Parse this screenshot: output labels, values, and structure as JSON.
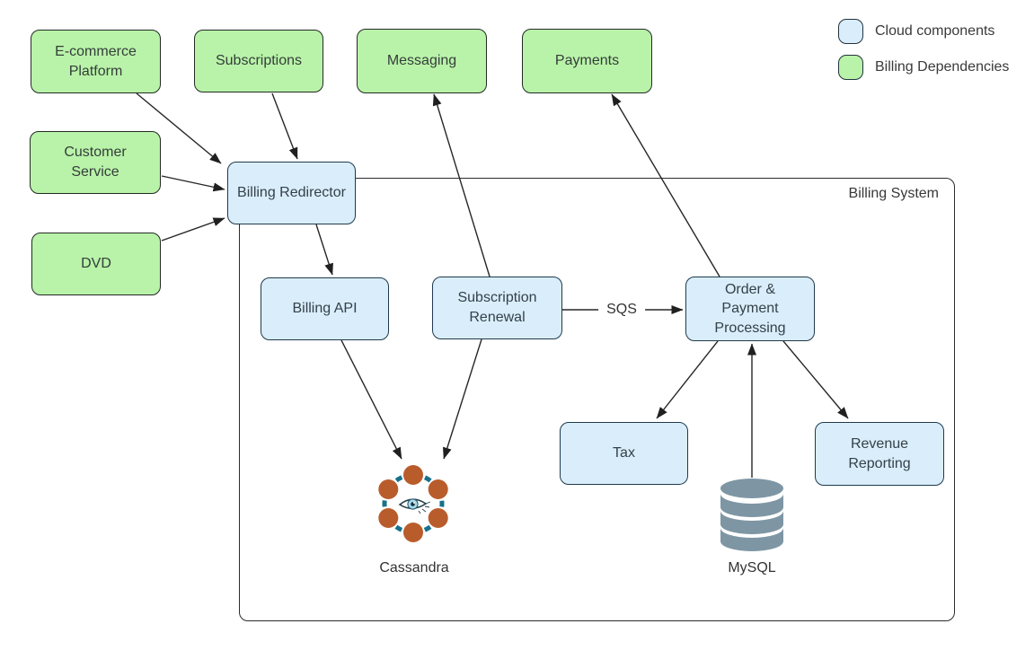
{
  "container": {
    "label": "Billing System"
  },
  "legend": {
    "items": [
      {
        "id": "cloud",
        "label": "Cloud components",
        "color": "#d9eefa"
      },
      {
        "id": "deps",
        "label": "Billing Dependencies",
        "color": "#b9f3a9"
      }
    ]
  },
  "nodes": {
    "ecommerce": {
      "label": "E-commerce Platform",
      "type": "dependency"
    },
    "subscriptions": {
      "label": "Subscriptions",
      "type": "dependency"
    },
    "messaging": {
      "label": "Messaging",
      "type": "dependency"
    },
    "payments": {
      "label": "Payments",
      "type": "dependency"
    },
    "customer_service": {
      "label": "Customer Service",
      "type": "dependency"
    },
    "dvd": {
      "label": "DVD",
      "type": "dependency"
    },
    "billing_redirector": {
      "label": "Billing Redirector",
      "type": "cloud"
    },
    "billing_api": {
      "label": "Billing API",
      "type": "cloud"
    },
    "subscription_renewal": {
      "label": "Subscription Renewal",
      "type": "cloud"
    },
    "order_payment": {
      "label": "Order & Payment Processing",
      "type": "cloud"
    },
    "tax": {
      "label": "Tax",
      "type": "cloud"
    },
    "revenue_reporting": {
      "label": "Revenue Reporting",
      "type": "cloud"
    }
  },
  "datastores": {
    "cassandra": {
      "label": "Cassandra",
      "ring_color": "#17718a",
      "dot_color": "#b95c2b"
    },
    "mysql": {
      "label": "MySQL",
      "color": "#7e96a4"
    }
  },
  "edges": [
    {
      "from": "ecommerce",
      "to": "billing_redirector"
    },
    {
      "from": "subscriptions",
      "to": "billing_redirector"
    },
    {
      "from": "customer_service",
      "to": "billing_redirector"
    },
    {
      "from": "dvd",
      "to": "billing_redirector"
    },
    {
      "from": "billing_redirector",
      "to": "billing_api"
    },
    {
      "from": "billing_api",
      "to": "cassandra"
    },
    {
      "from": "subscription_renewal",
      "to": "cassandra"
    },
    {
      "from": "subscription_renewal",
      "to": "messaging"
    },
    {
      "from": "subscription_renewal",
      "to": "order_payment",
      "label": "SQS"
    },
    {
      "from": "order_payment",
      "to": "payments"
    },
    {
      "from": "order_payment",
      "to": "tax"
    },
    {
      "from": "mysql",
      "to": "order_payment"
    },
    {
      "from": "order_payment",
      "to": "revenue_reporting"
    }
  ]
}
